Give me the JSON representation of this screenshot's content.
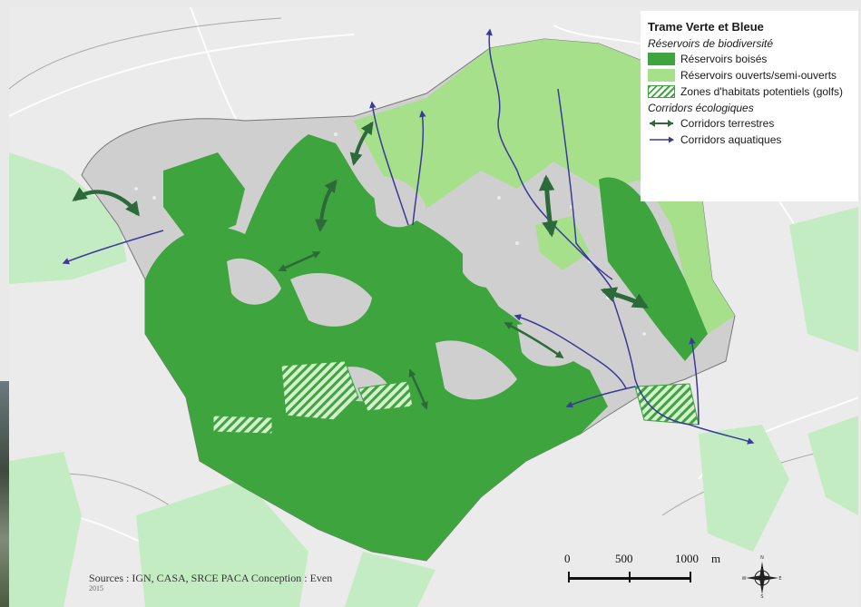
{
  "legend": {
    "title": "Trame Verte et Bleue",
    "section_reservoirs": "Réservoirs de biodiversité",
    "wooded": "Réservoirs boisés",
    "open": "Réservoirs ouverts/semi-ouverts",
    "golf": "Zones d'habitats potentiels (golfs)",
    "section_corridors": "Corridors écologiques",
    "terrestrial": "Corridors terrestres",
    "aquatic": "Corridors aquatiques"
  },
  "sources": {
    "line1": "Sources : IGN, CASA, SRCE PACA  Conception : Even",
    "line2": "2015"
  },
  "scale": {
    "zero": "0",
    "mid": "500",
    "end": "1000",
    "unit": "m"
  },
  "compass": {
    "north": "N",
    "south": "S",
    "east": "E",
    "west": "W"
  },
  "colors": {
    "wooded": "#3ea53e",
    "open": "#a6e08a",
    "outside_green": "#c4ecc2",
    "terrestrial": "#2d6a3a",
    "aquatic": "#3a3a9a",
    "basemap": "#e9e9e9"
  }
}
